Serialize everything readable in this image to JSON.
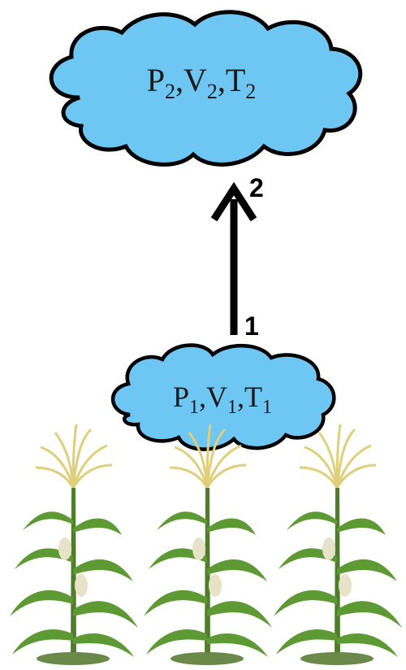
{
  "upper_cloud": {
    "parts": [
      {
        "letter": "P",
        "sub": "2"
      },
      {
        "letter": "V",
        "sub": "2"
      },
      {
        "letter": "T",
        "sub": "2"
      }
    ],
    "fill": "#6ec6f3",
    "stroke": "#000000"
  },
  "lower_cloud": {
    "parts": [
      {
        "letter": "P",
        "sub": "1"
      },
      {
        "letter": "V",
        "sub": "1"
      },
      {
        "letter": "T",
        "sub": "1"
      }
    ],
    "fill": "#6ec6f3",
    "stroke": "#000000"
  },
  "arrow": {
    "start_label": "1",
    "end_label": "2",
    "direction": "up"
  },
  "plants": {
    "count": 3,
    "kind": "corn-plant-icon",
    "stalk_color": "#4f7d2a",
    "leaf_color": "#5e9a34",
    "tassel_color": "#e0cf7a"
  }
}
